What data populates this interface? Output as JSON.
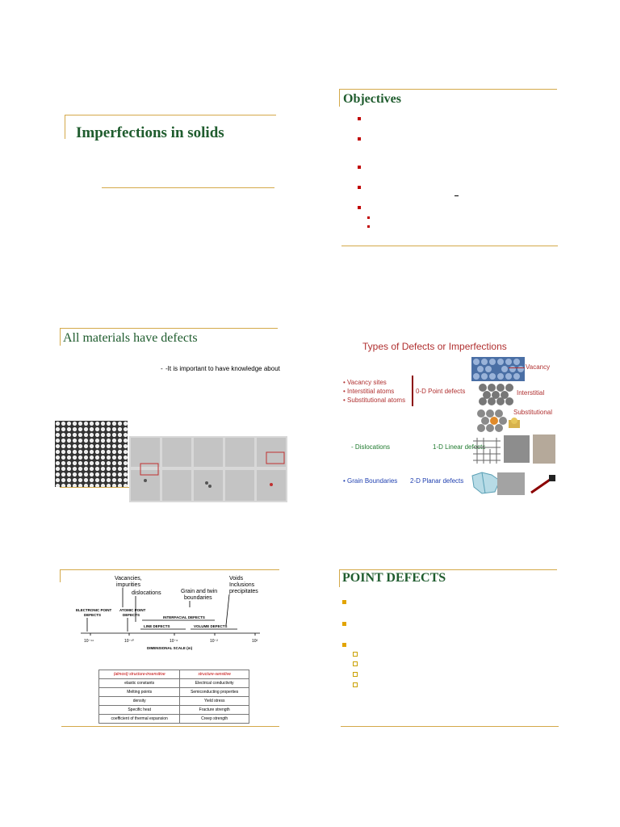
{
  "slide1": {
    "title": "Imperfections in solids"
  },
  "slide2": {
    "title": "Objectives"
  },
  "slide3": {
    "title": "All materials have defects",
    "note_bullet": "-",
    "note": "-It is important to have knowledge about"
  },
  "slide4": {
    "title": "Types of Defects or Imperfections",
    "point_list": [
      "Vacancy sites",
      "Interstitial atoms",
      "Substitutional atoms"
    ],
    "point_label": "0-D Point defects",
    "vacancy_label": "Vacancy",
    "interstitial_label": "Interstitial",
    "substitutional_label": "Substitutional",
    "dislocations": "Dislocations",
    "linear_label": "1-D Linear defects",
    "grain_boundaries": "Grain Boundaries",
    "planar_label": "2-D Planar defects"
  },
  "slide5": {
    "labels": {
      "vacancies": "Vacancies,",
      "impurities": "impurities",
      "dislocations": "dislocations",
      "grain": "Grain and twin",
      "boundaries": "boundaries",
      "voids": "Voids",
      "inclusions": "Inclusions",
      "precipitates": "precipitates",
      "electronic": "ELECTRONIC POINT",
      "electronic2": "DEFECTS",
      "atomic": "ATOMIC POINT",
      "atomic2": "DEFECTS",
      "interfacial": "INTERFACIAL DEFECTS",
      "line": "LINE DEFECTS",
      "volume": "VOLUME DEFECTS",
      "scale": "DIMENSIONAL SCALE (m)",
      "t1": "10⁻¹⁴",
      "t2": "10⁻¹⁰",
      "t3": "10⁻⁶",
      "t4": "10⁻²",
      "t5": "10²"
    },
    "table_headers": [
      "(almost) structure-insensitive",
      "structure-sensitive"
    ],
    "table_rows": [
      [
        "elastic constants",
        "Electrical conductivity"
      ],
      [
        "Melting points",
        "Semiconducting properties"
      ],
      [
        "density",
        "Yield stress"
      ],
      [
        "Specific heat",
        "Fracture strength"
      ],
      [
        "coefficient of thermal expansion",
        "Creep strength"
      ]
    ]
  },
  "slide6": {
    "title": "POINT DEFECTS"
  },
  "colors": {
    "accent_gold": "#d4a94a",
    "title_green": "#1f5c2e",
    "bullet_red": "#c00000",
    "bullet_gold": "#e2a400"
  }
}
